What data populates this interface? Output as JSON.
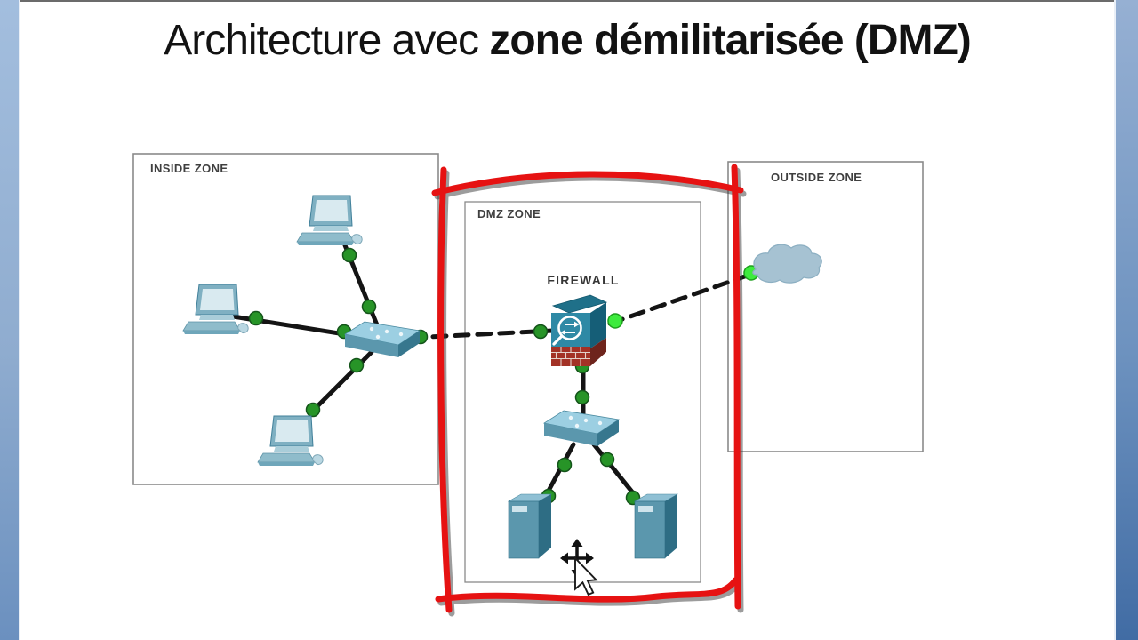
{
  "title": {
    "prefix": "Architecture avec ",
    "emphasis": "zone démilitarisée (DMZ)"
  },
  "zones": {
    "inside": {
      "label": "INSIDE ZONE"
    },
    "dmz": {
      "label": "DMZ ZONE",
      "firewall_label": "FIREWALL"
    },
    "outside": {
      "label": "OUTSIDE ZONE"
    }
  },
  "icons": {
    "inside_zone": [
      "laptop-icon",
      "laptop-icon",
      "laptop-icon",
      "switch-icon"
    ],
    "dmz_zone": [
      "firewall-icon",
      "switch-icon",
      "server-icon",
      "server-icon"
    ],
    "outside_zone": [
      "cloud-icon"
    ],
    "cursor": "move-cursor-icon"
  },
  "annotation": {
    "shape": "hand-drawn rectangle",
    "around": "DMZ ZONE",
    "color": "#e61212"
  },
  "network": {
    "status_dot_up_color": "#279427",
    "status_dot_active_color": "#3deb3d",
    "status_dots": 16,
    "solid_links": 6,
    "dashed_links": 2
  },
  "theme": {
    "slide_background": "#ffffff",
    "edge_strip_left_top": "#a3bede",
    "edge_strip_left_bottom": "#6b90bf",
    "edge_strip_right_top": "#96b0d3",
    "edge_strip_right_bottom": "#416ca4",
    "zone_border": "#8a8a8a",
    "label_color": "#3f3f3f",
    "title_color": "#121212"
  }
}
